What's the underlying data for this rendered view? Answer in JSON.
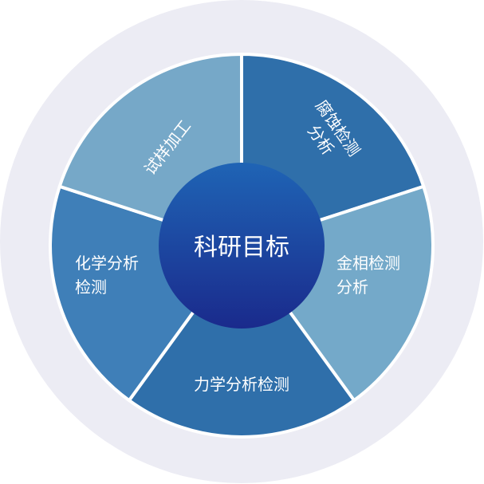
{
  "diagram": {
    "center": {
      "label": "科研目标"
    },
    "segments": [
      {
        "id": "corrosion",
        "lines": [
          "腐蚀检测",
          "分析"
        ],
        "color": "#2f6faa"
      },
      {
        "id": "metallography",
        "lines": [
          "金相检测",
          "分析"
        ],
        "color": "#74a9c9"
      },
      {
        "id": "mechanics",
        "lines": [
          "力学分析检测"
        ],
        "color": "#2f6faa"
      },
      {
        "id": "chemistry",
        "lines": [
          "化学分析",
          "检测"
        ],
        "color": "#3f7fb8"
      },
      {
        "id": "sample",
        "lines": [
          "试样加工"
        ],
        "color": "#76a8c8"
      }
    ],
    "colors": {
      "outer_ring": "#ececf4",
      "center_top": "#1f64b5",
      "center_bottom": "#1a2a8c"
    }
  }
}
